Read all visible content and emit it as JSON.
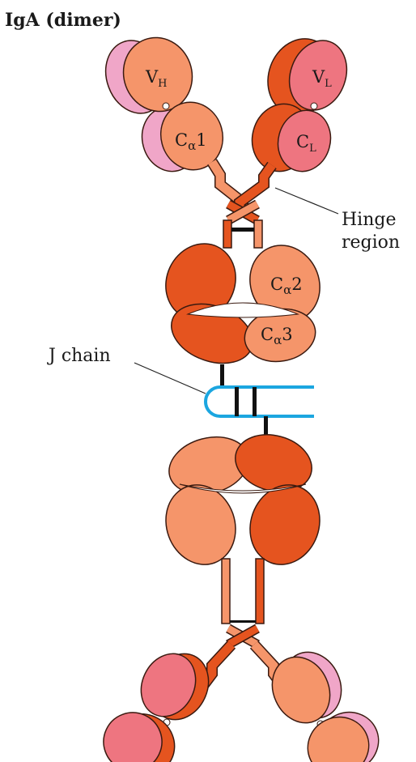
{
  "title": "IgA (dimer)",
  "labels": {
    "vh": "V",
    "vh_sub": "H",
    "vl": "V",
    "vl_sub": "L",
    "ca1": "C",
    "ca1_sub": "α",
    "ca1_num": "1",
    "cl": "C",
    "cl_sub": "L",
    "ca2": "C",
    "ca2_sub": "α",
    "ca2_num": "2",
    "ca3": "C",
    "ca3_sub": "α",
    "ca3_num": "3",
    "hinge_line1": "Hinge",
    "hinge_line2": "region",
    "jchain": "J chain"
  },
  "colors": {
    "dark_orange": "#e5541f",
    "light_orange": "#f5956a",
    "pink_light": "#f0a6c8",
    "salmon": "#ee7580",
    "j_chain_blue": "#1ba6e0",
    "bond_black": "#111111"
  }
}
